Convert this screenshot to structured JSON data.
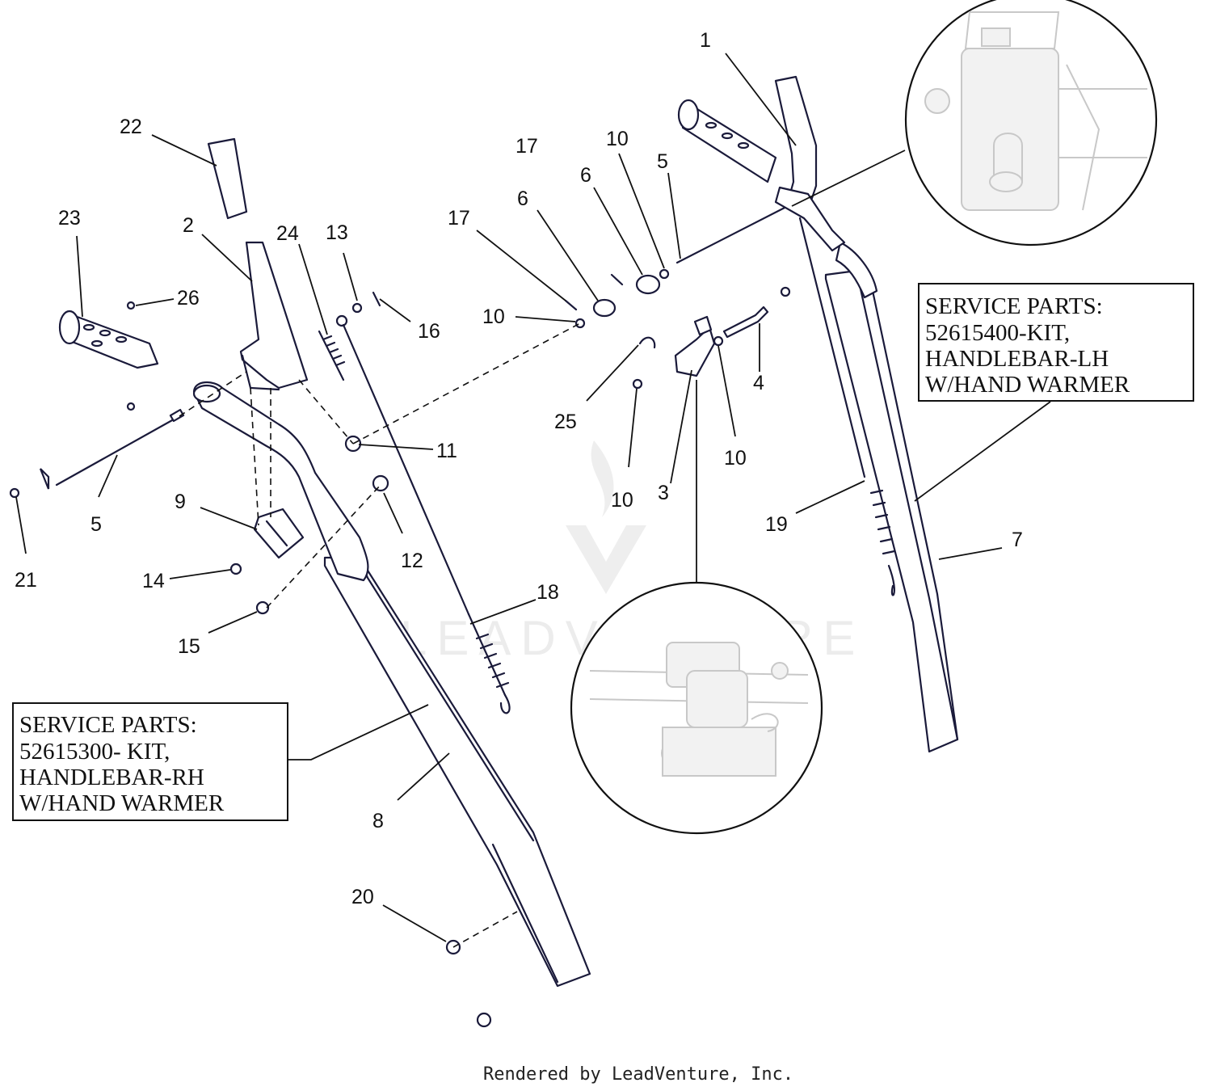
{
  "callouts": [
    {
      "id": "c1",
      "label": "1"
    },
    {
      "id": "c2",
      "label": "2"
    },
    {
      "id": "c3",
      "label": "3"
    },
    {
      "id": "c4",
      "label": "4"
    },
    {
      "id": "c5a",
      "label": "5"
    },
    {
      "id": "c5b",
      "label": "5"
    },
    {
      "id": "c6a",
      "label": "6"
    },
    {
      "id": "c6b",
      "label": "6"
    },
    {
      "id": "c7",
      "label": "7"
    },
    {
      "id": "c8",
      "label": "8"
    },
    {
      "id": "c9",
      "label": "9"
    },
    {
      "id": "c10a",
      "label": "10"
    },
    {
      "id": "c10b",
      "label": "10"
    },
    {
      "id": "c10c",
      "label": "10"
    },
    {
      "id": "c10d",
      "label": "10"
    },
    {
      "id": "c11",
      "label": "11"
    },
    {
      "id": "c12",
      "label": "12"
    },
    {
      "id": "c13",
      "label": "13"
    },
    {
      "id": "c14",
      "label": "14"
    },
    {
      "id": "c15",
      "label": "15"
    },
    {
      "id": "c16",
      "label": "16"
    },
    {
      "id": "c17a",
      "label": "17"
    },
    {
      "id": "c17b",
      "label": "17"
    },
    {
      "id": "c18",
      "label": "18"
    },
    {
      "id": "c19",
      "label": "19"
    },
    {
      "id": "c20",
      "label": "20"
    },
    {
      "id": "c21",
      "label": "21"
    },
    {
      "id": "c22",
      "label": "22"
    },
    {
      "id": "c23",
      "label": "23"
    },
    {
      "id": "c24",
      "label": "24"
    },
    {
      "id": "c25",
      "label": "25"
    },
    {
      "id": "c26",
      "label": "26"
    }
  ],
  "service_lh": {
    "line1": "SERVICE PARTS:",
    "line2": "52615400-KIT,",
    "line3": "HANDLEBAR-LH",
    "line4": "W/HAND WARMER"
  },
  "service_rh": {
    "line1": "SERVICE PARTS:",
    "line2": "52615300- KIT,",
    "line3": "HANDLEBAR-RH",
    "line4": "W/HAND WARMER"
  },
  "watermark": "LEADVENTURE",
  "footer": "Rendered by LeadVenture, Inc."
}
